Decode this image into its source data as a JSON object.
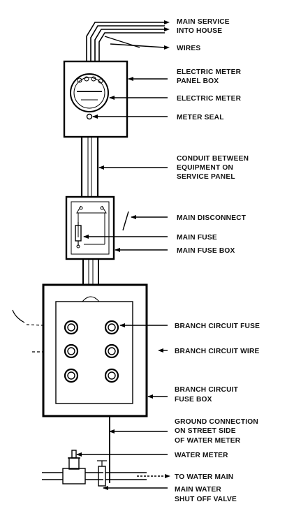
{
  "labels": {
    "main_service_1": "MAIN SERVICE",
    "main_service_2": "INTO HOUSE",
    "wires": "WIRES",
    "meter_panel_1": "ELECTRIC METER",
    "meter_panel_2": "PANEL BOX",
    "electric_meter": "ELECTRIC METER",
    "meter_seal": "METER SEAL",
    "conduit_1": "CONDUIT BETWEEN",
    "conduit_2": "EQUIPMENT ON",
    "conduit_3": "SERVICE PANEL",
    "main_disconnect": "MAIN DISCONNECT",
    "main_fuse": "MAIN FUSE",
    "main_fuse_box": "MAIN FUSE BOX",
    "branch_fuse": "BRANCH CIRCUIT FUSE",
    "branch_wire": "BRANCH CIRCUIT WIRE",
    "branch_box_1": "BRANCH CIRCUIT",
    "branch_box_2": "FUSE BOX",
    "ground_1": "GROUND CONNECTION",
    "ground_2": "ON STREET SIDE",
    "ground_3": "OF WATER METER",
    "water_meter": "WATER METER",
    "to_water_main": "TO WATER MAIN",
    "shutoff_1": "MAIN WATER",
    "shutoff_2": "SHUT OFF VALVE"
  }
}
